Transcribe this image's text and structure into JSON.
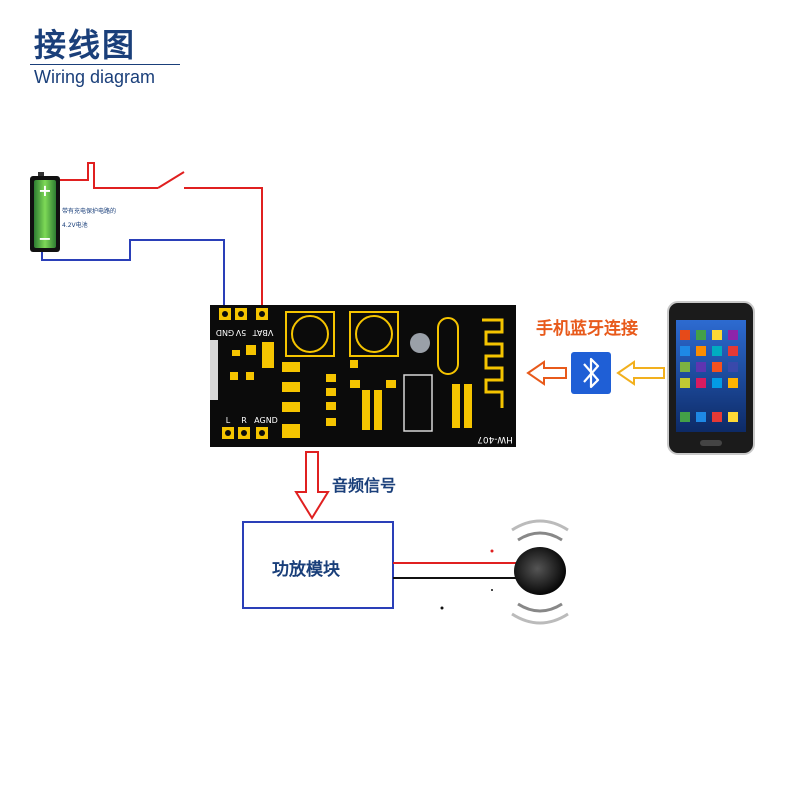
{
  "header": {
    "title": "接线图",
    "subtitle": "Wiring diagram"
  },
  "battery": {
    "note_line1": "带有充电保护电路的",
    "note_line2": "4.2V电池",
    "plus_symbol": "+",
    "minus_symbol": "−"
  },
  "module": {
    "pin_labels_top": [
      "GND",
      "5V",
      "VBAT"
    ],
    "pin_labels_bottom": [
      "L",
      "R",
      "AGND"
    ],
    "board_marking": "HW-407"
  },
  "labels": {
    "phone_connect": "手机蓝牙连接",
    "audio_signal": "音频信号",
    "amp_module": "功放模块"
  },
  "icons": {
    "bluetooth": "bluetooth-icon",
    "phone": "smartphone-icon",
    "speaker": "speaker-icon",
    "battery": "battery-icon",
    "switch": "switch-icon"
  },
  "colors": {
    "title": "#1a3f7a",
    "wire_positive": "#e02020",
    "wire_negative": "#2a3fb8",
    "arrow_orange": "#e85a1b",
    "arrow_yellow": "#f2b01e",
    "arrow_red": "#e02020",
    "pcb": "#0b0b0b",
    "pad_gold": "#f5c400",
    "amp_box": "#2a3fb8",
    "battery_green": "#6cc24a"
  }
}
